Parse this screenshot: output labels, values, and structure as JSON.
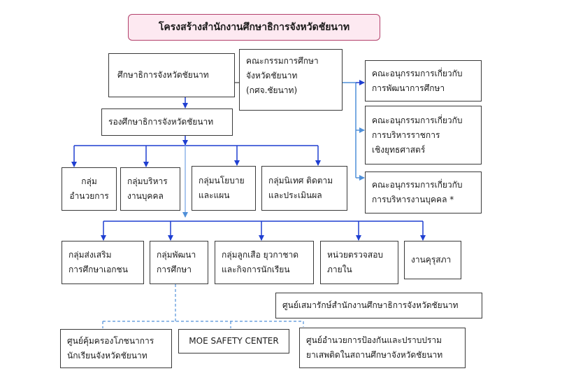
{
  "title": "โครงสร้างสำนักงานศึกษาธิการจังหวัดชัยนาท",
  "director": "ศึกษาธิการจังหวัดชัยนาท",
  "committee": {
    "lines": [
      "คณะกรรมการศึกษา",
      "จังหวัดชัยนาท",
      "(กศจ.ชัยนาท)"
    ]
  },
  "subcommittees": [
    {
      "lines": [
        "คณะอนุกรรมการเกี่ยวกับ",
        "การพัฒนาการศึกษา"
      ]
    },
    {
      "lines": [
        "คณะอนุกรรมการเกี่ยวกับ",
        "การบริหารราชการ",
        "เชิงยุทธศาสตร์"
      ]
    },
    {
      "lines": [
        "คณะอนุกรรมการเกี่ยวกับ",
        "การบริหารงานบุคคล *"
      ]
    }
  ],
  "deputy": "รองศึกษาธิการจังหวัดชัยนาท",
  "groups_row1": [
    {
      "lines": [
        "กลุ่ม",
        "อำนวยการ"
      ]
    },
    {
      "lines": [
        "กลุ่มบริหาร",
        "งานบุคคล"
      ]
    },
    {
      "lines": [
        "กลุ่มนโยบาย",
        "และแผน"
      ]
    },
    {
      "lines": [
        "กลุ่มนิเทศ ติดตาม",
        "และประเมินผล"
      ]
    }
  ],
  "groups_row2": [
    {
      "lines": [
        "กลุ่มส่งเสริม",
        "การศึกษาเอกชน"
      ]
    },
    {
      "lines": [
        "กลุ่มพัฒนา",
        "การศึกษา"
      ]
    },
    {
      "lines": [
        "กลุ่มลูกเสือ ยุวกาชาด",
        "และกิจการนักเรียน"
      ]
    },
    {
      "lines": [
        "หน่วยตรวจสอบ",
        "ภายใน"
      ]
    },
    {
      "lines": [
        "งานคุรุสภา"
      ]
    }
  ],
  "forensic_center": "ศูนย์เสมารักษ์สำนักงานศึกษาธิการจังหวัดชัยนาท",
  "centers": [
    {
      "lines": [
        "ศูนย์คุ้มครองโภชนาการ",
        "นักเรียนจังหวัดชัยนาท"
      ]
    },
    {
      "lines": [
        "MOE SAFETY  CENTER"
      ]
    },
    {
      "lines": [
        "ศูนย์อำนวยการป้องกันและปราบปราม",
        "ยาเสพติดในสถานศึกษาจังหวัดชัยนาท"
      ]
    }
  ],
  "colors": {
    "connector": "#1f3fd1",
    "connector_light": "#4f8fd8",
    "border": "#3a3a3a",
    "title_fill": "#fde9f1",
    "title_border": "#b3416b"
  }
}
